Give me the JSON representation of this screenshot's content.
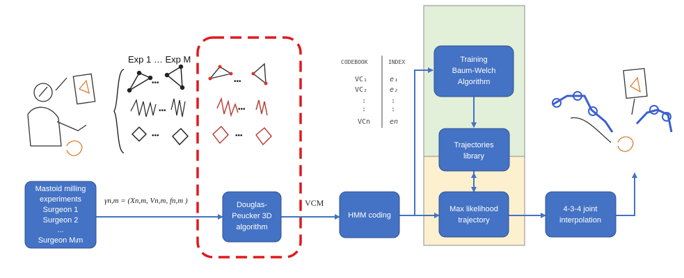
{
  "boxes": {
    "input": [
      "Mastoid milling",
      "experiments",
      "Surgeon 1",
      "Surgeon 2",
      "...",
      "Surgeon Mᵢm"
    ],
    "douglas": [
      "Douglas-",
      "Peucker 3D",
      "algorithm"
    ],
    "hmm": "HMM coding",
    "training": [
      "Training",
      "Baum-Welch",
      "Algorithm"
    ],
    "library": [
      "Trajectories",
      "library"
    ],
    "maxlik": [
      "Max likelihood",
      "trajectory"
    ],
    "interp": [
      "4-3-4 joint",
      "interpolation"
    ]
  },
  "labels": {
    "exp_header": "Exp 1 … Exp M",
    "gamma": "γn,m = (Xn,m, Vn,m, fn,m )",
    "vc": "VCM"
  },
  "codebook": {
    "header_left": "CODEBOOK",
    "header_right": "INDEX",
    "left": [
      "VC₁",
      "VC₂",
      ":",
      ":",
      "VCn"
    ],
    "right": [
      "e₁",
      "e₂",
      ":",
      ":",
      "en"
    ]
  },
  "colors": {
    "box_fill": "#4472c4",
    "box_stroke": "#2f528f",
    "arrow": "#4472c4",
    "green_panel": "#e2efd9",
    "yellow_panel": "#fdf0cf",
    "red_dashed": "#e0191d"
  }
}
